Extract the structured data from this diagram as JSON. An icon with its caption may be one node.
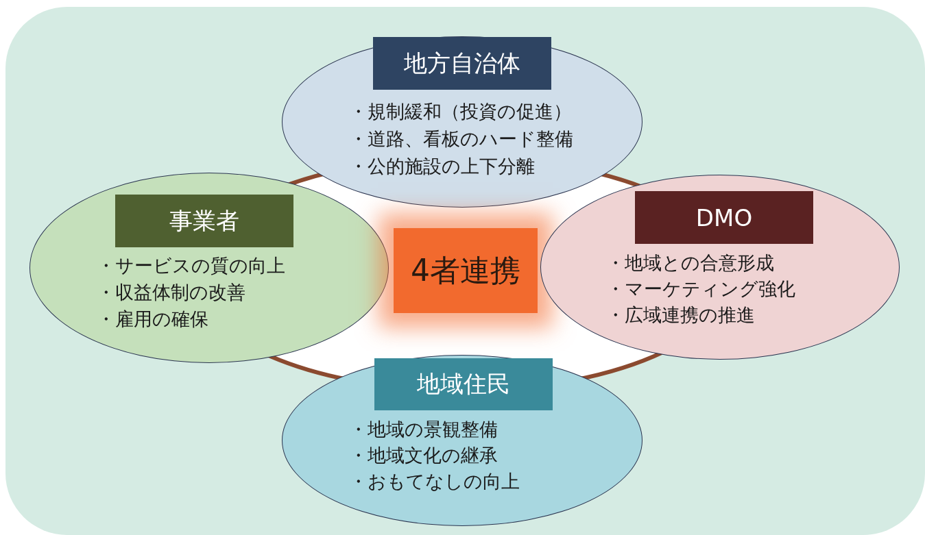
{
  "diagram": {
    "nodes": [
      {
        "text": [
          "地方自治体",
          "・規制緩和（投資の促進）",
          "・道路、看板のハード整備",
          "・公的施設の上下分離"
        ]
      },
      {
        "text": [
          "事業者",
          "・サービスの質の向上",
          "・収益体制の改善",
          "・雇用の確保"
        ]
      },
      {
        "text": [
          "4者連携"
        ]
      },
      {
        "text": [
          "DMO",
          "・地域との合意形成",
          "・マーケティング強化",
          "・広域連携の推進"
        ]
      },
      {
        "text": [
          "地域住民",
          "・地域の景観整備",
          "・地域文化の継承",
          "・おもてなしの向上"
        ]
      }
    ]
  }
}
